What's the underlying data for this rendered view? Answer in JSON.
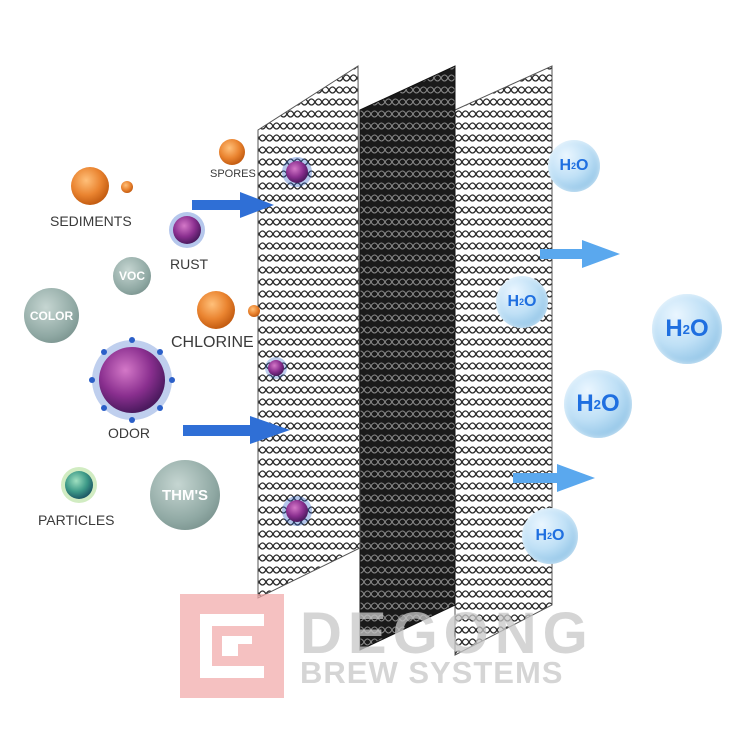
{
  "labels": {
    "spores": "SPORES",
    "sediments": "SEDIMENTS",
    "rust": "RUST",
    "voc": "VOC",
    "color": "COLOR",
    "chlorine": "CHLORINE",
    "odor": "ODOR",
    "thms": "THM'S",
    "particles": "PARTICLES"
  },
  "water": {
    "h": "H",
    "sub": "2",
    "o": "O"
  },
  "watermark": {
    "line1": "DEGONG",
    "line2": "BREW SYSTEMS"
  },
  "colors": {
    "arrow": "#2f6fd6",
    "arrow_light": "#5aa8ee",
    "sediment_orange": "#e8822a",
    "virus_purple": "#7a2a8a",
    "virus_blue": "#2b5fc8",
    "teal_ball": "#8fa8a3",
    "carbon_mesh": "#222222",
    "h2o_text": "#1f6fe0",
    "watermark_red": "#f2a8a8",
    "watermark_gray": "#c8c8c8"
  }
}
